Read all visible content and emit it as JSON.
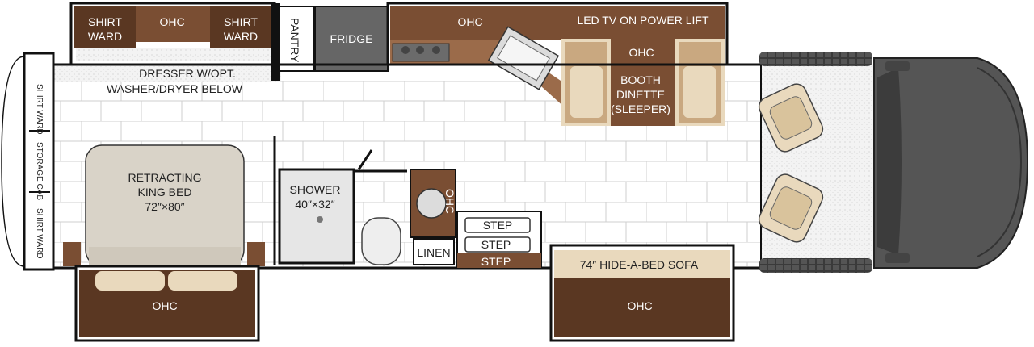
{
  "rooms": {
    "shirt_ward_left": [
      "SHIRT",
      "WARD"
    ],
    "ohc_closet": "OHC",
    "shirt_ward_right": [
      "SHIRT",
      "WARD"
    ],
    "pantry": "PANTRY",
    "fridge": "FRIDGE",
    "ohc_kitchen": "OHC",
    "led_tv": "LED TV ON POWER LIFT",
    "dresser": [
      "DRESSER W/OPT.",
      "WASHER/DRYER BELOW"
    ],
    "booth_ohc": "OHC",
    "booth_dinette": [
      "BOOTH",
      "DINETTE",
      "(SLEEPER)"
    ],
    "rear_shirt_ward_top": "SHIRT WARD",
    "rear_storage_cab": "STORAGE CAB",
    "rear_shirt_ward_bottom": "SHIRT WARD",
    "king_bed": [
      "RETRACTING",
      "KING BED",
      "72″×80″"
    ],
    "shower": [
      "SHOWER",
      "40″×32″"
    ],
    "bath_ohc": "OHC",
    "linen": "LINEN",
    "steps": [
      "STEP",
      "STEP",
      "STEP"
    ],
    "sofa": "74″ HIDE-A-BED SOFA",
    "ohc_bedroom_slide": "OHC",
    "ohc_sofa_slide": "OHC"
  },
  "colors": {
    "wood_dark": "#5a3722",
    "wood_mid": "#7a4e33",
    "wood_light": "#9b6b4a",
    "tan": "#e9d9bd",
    "tan_dark": "#c9a880",
    "floor_tile": "#ffffff",
    "grout": "#cfcfcf",
    "carpet": "#f1f1f1",
    "wall": "#111111",
    "fridge": "#666666",
    "bed": "#d9d3c8",
    "cab": "#555555"
  }
}
